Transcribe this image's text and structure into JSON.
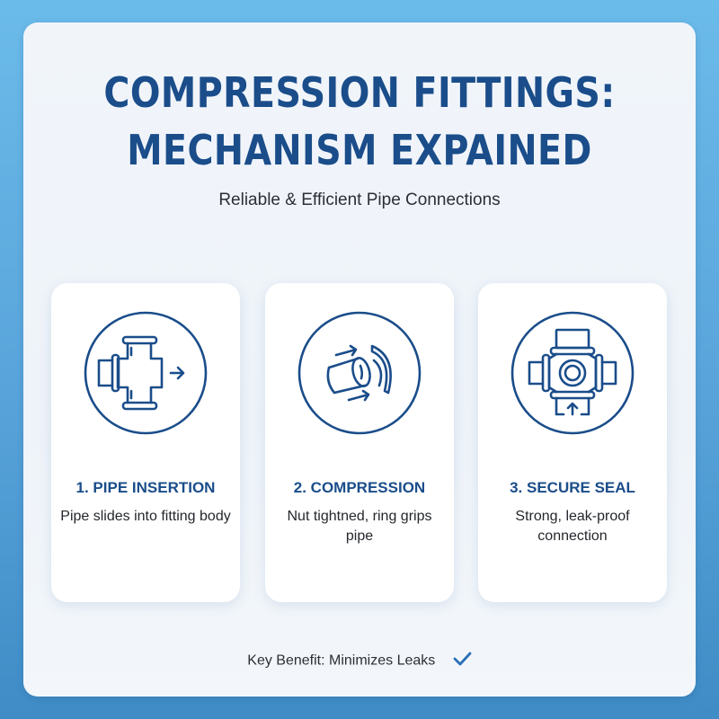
{
  "header": {
    "title_line1": "COMPRESSION FITTINGS:",
    "title_line2": "MECHANISM EXPAINED",
    "subtitle": "Reliable & Efficient Pipe Connections"
  },
  "steps": [
    {
      "icon": "tee-fitting-insertion-icon",
      "title": "1. PIPE INSERTION",
      "description": "Pipe slides into fitting body"
    },
    {
      "icon": "compression-ring-icon",
      "title": "2. COMPRESSION",
      "description": "Nut tightned, ring grips pipe"
    },
    {
      "icon": "cross-fitting-seal-icon",
      "title": "3. SECURE SEAL",
      "description": "Strong, leak-proof connection"
    }
  ],
  "footer": {
    "text": "Key Benefit: Minimizes Leaks",
    "icon": "checkmark-icon"
  },
  "colors": {
    "accent": "#1a4d8a",
    "background_top": "#6bbbea",
    "background_bottom": "#3f8cc6",
    "panel": "#f1f5fa",
    "card": "#ffffff",
    "check": "#2a6fb8"
  }
}
